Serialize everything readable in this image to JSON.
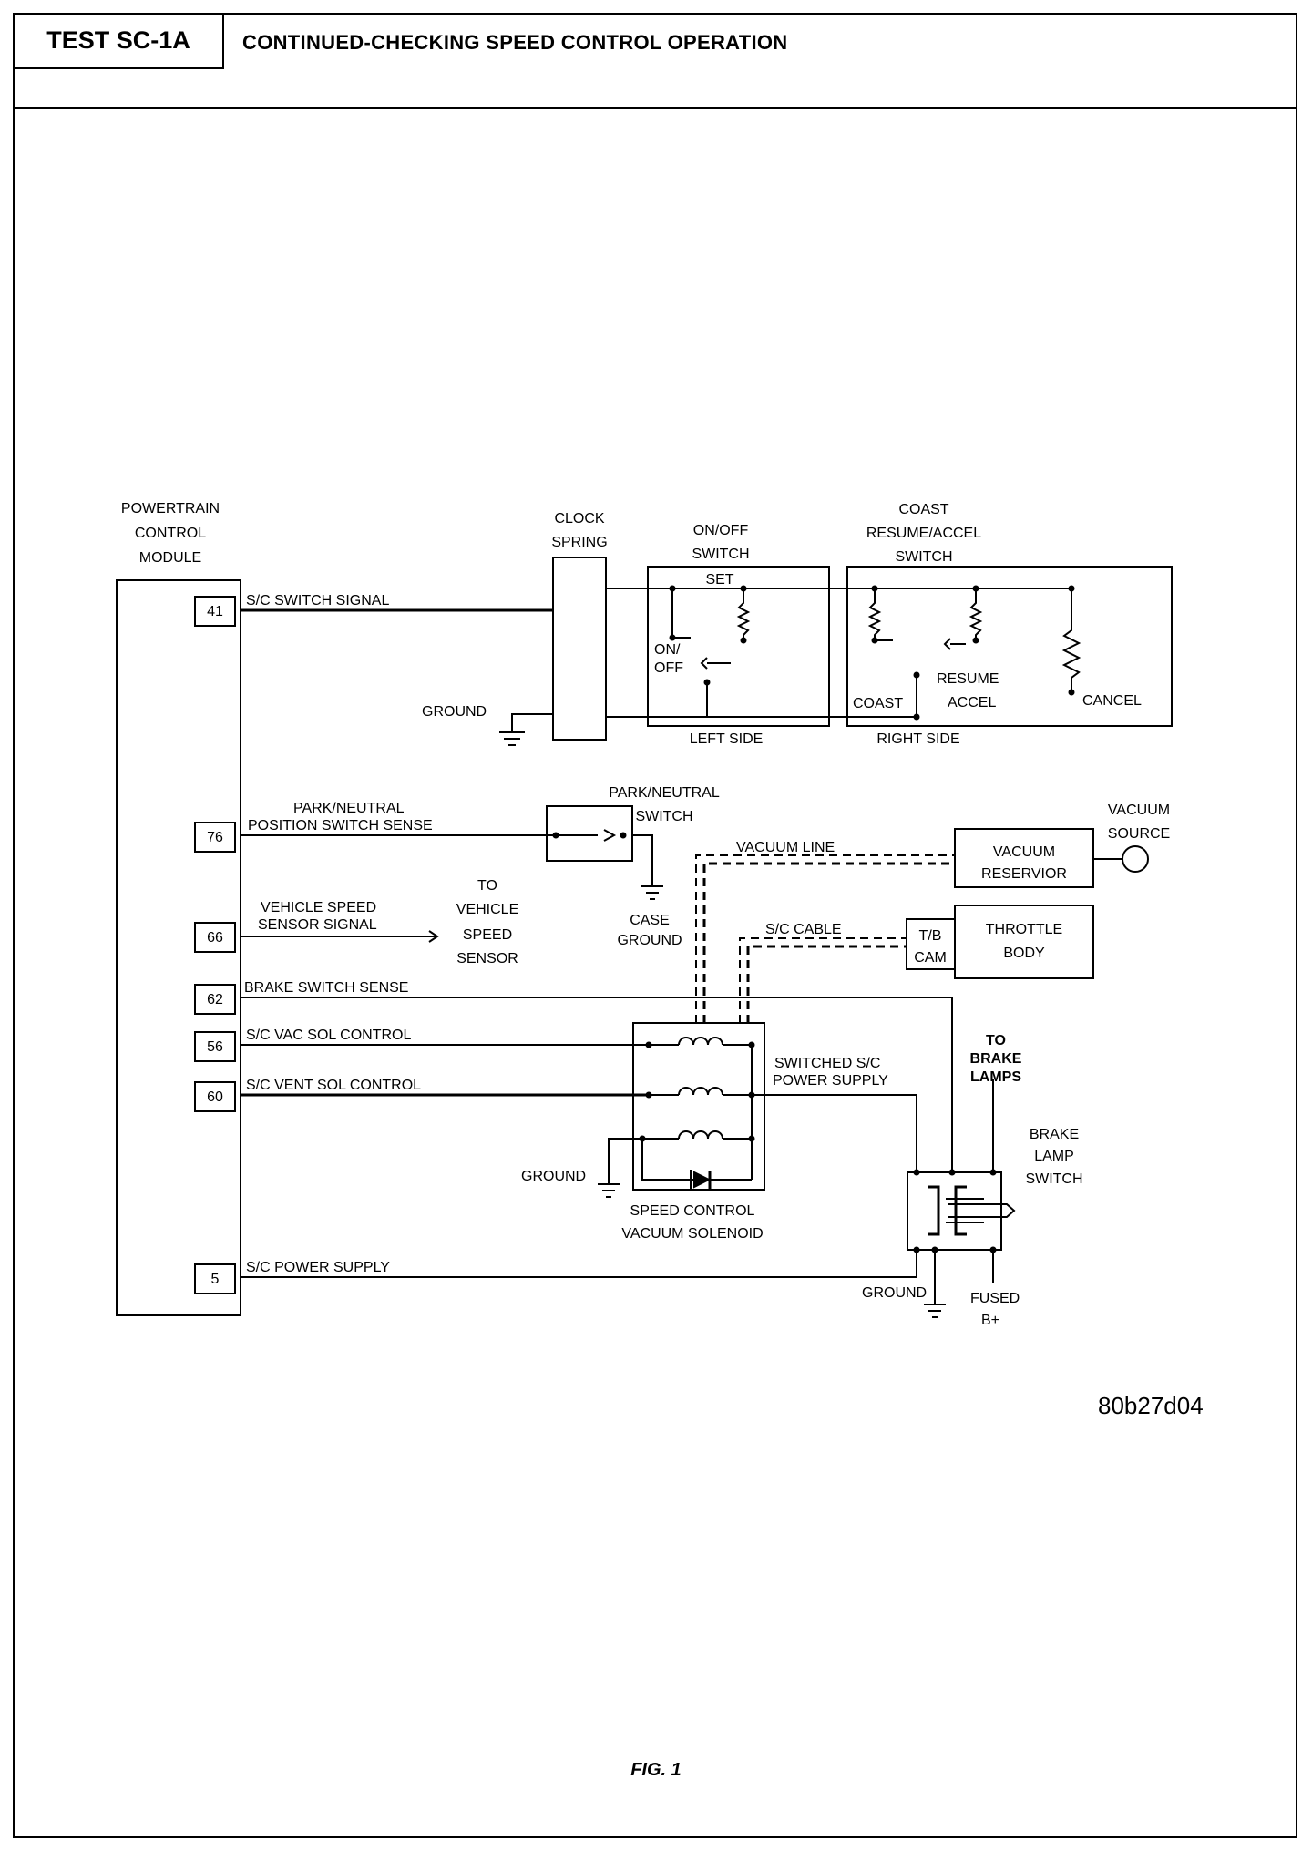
{
  "header": {
    "test_id": "TEST SC-1A",
    "title": "CONTINUED-CHECKING SPEED CONTROL OPERATION"
  },
  "diagram": {
    "pcm_label": [
      "POWERTRAIN",
      "CONTROL",
      "MODULE"
    ],
    "pins": [
      {
        "number": "41",
        "signal": "S/C SWITCH SIGNAL"
      },
      {
        "number": "76",
        "signal": [
          "PARK/NEUTRAL",
          "POSITION SWITCH SENSE"
        ]
      },
      {
        "number": "66",
        "signal": [
          "VEHICLE SPEED",
          "SENSOR SIGNAL"
        ]
      },
      {
        "number": "62",
        "signal": "BRAKE SWITCH SENSE"
      },
      {
        "number": "56",
        "signal": "S/C VAC SOL CONTROL"
      },
      {
        "number": "60",
        "signal": "S/C VENT SOL CONTROL"
      },
      {
        "number": "5",
        "signal": "S/C POWER SUPPLY"
      }
    ],
    "clock_spring": [
      "CLOCK",
      "SPRING"
    ],
    "ground": "GROUND",
    "on_off_switch": [
      "ON/OFF",
      "SWITCH"
    ],
    "set": "SET",
    "on_off": [
      "ON/",
      "OFF"
    ],
    "left_side": "LEFT SIDE",
    "coast_switch": [
      "COAST",
      "RESUME/ACCEL",
      "SWITCH"
    ],
    "coast": "COAST",
    "resume_accel": [
      "RESUME",
      "ACCEL"
    ],
    "cancel": "CANCEL",
    "right_side": "RIGHT SIDE",
    "park_neutral_switch": [
      "PARK/NEUTRAL",
      "SWITCH"
    ],
    "case_ground": [
      "CASE",
      "GROUND"
    ],
    "to_vss": [
      "TO",
      "VEHICLE",
      "SPEED",
      "SENSOR"
    ],
    "vacuum_line": "VACUUM LINE",
    "vacuum_reservior": [
      "VACUUM",
      "RESERVIOR"
    ],
    "vacuum_source": [
      "VACUUM",
      "SOURCE"
    ],
    "sc_cable": "S/C CABLE",
    "tb_cam": [
      "T/B",
      "CAM"
    ],
    "throttle_body": [
      "THROTTLE",
      "BODY"
    ],
    "switched_power": [
      "SWITCHED S/C",
      "POWER SUPPLY"
    ],
    "solenoid": [
      "SPEED CONTROL",
      "VACUUM SOLENOID"
    ],
    "to_brake_lamps": [
      "TO",
      "BRAKE",
      "LAMPS"
    ],
    "brake_lamp_switch": [
      "BRAKE",
      "LAMP",
      "SWITCH"
    ],
    "fused": [
      "FUSED",
      "B+"
    ]
  },
  "figure_ref": "80b27d04",
  "caption": "FIG. 1"
}
